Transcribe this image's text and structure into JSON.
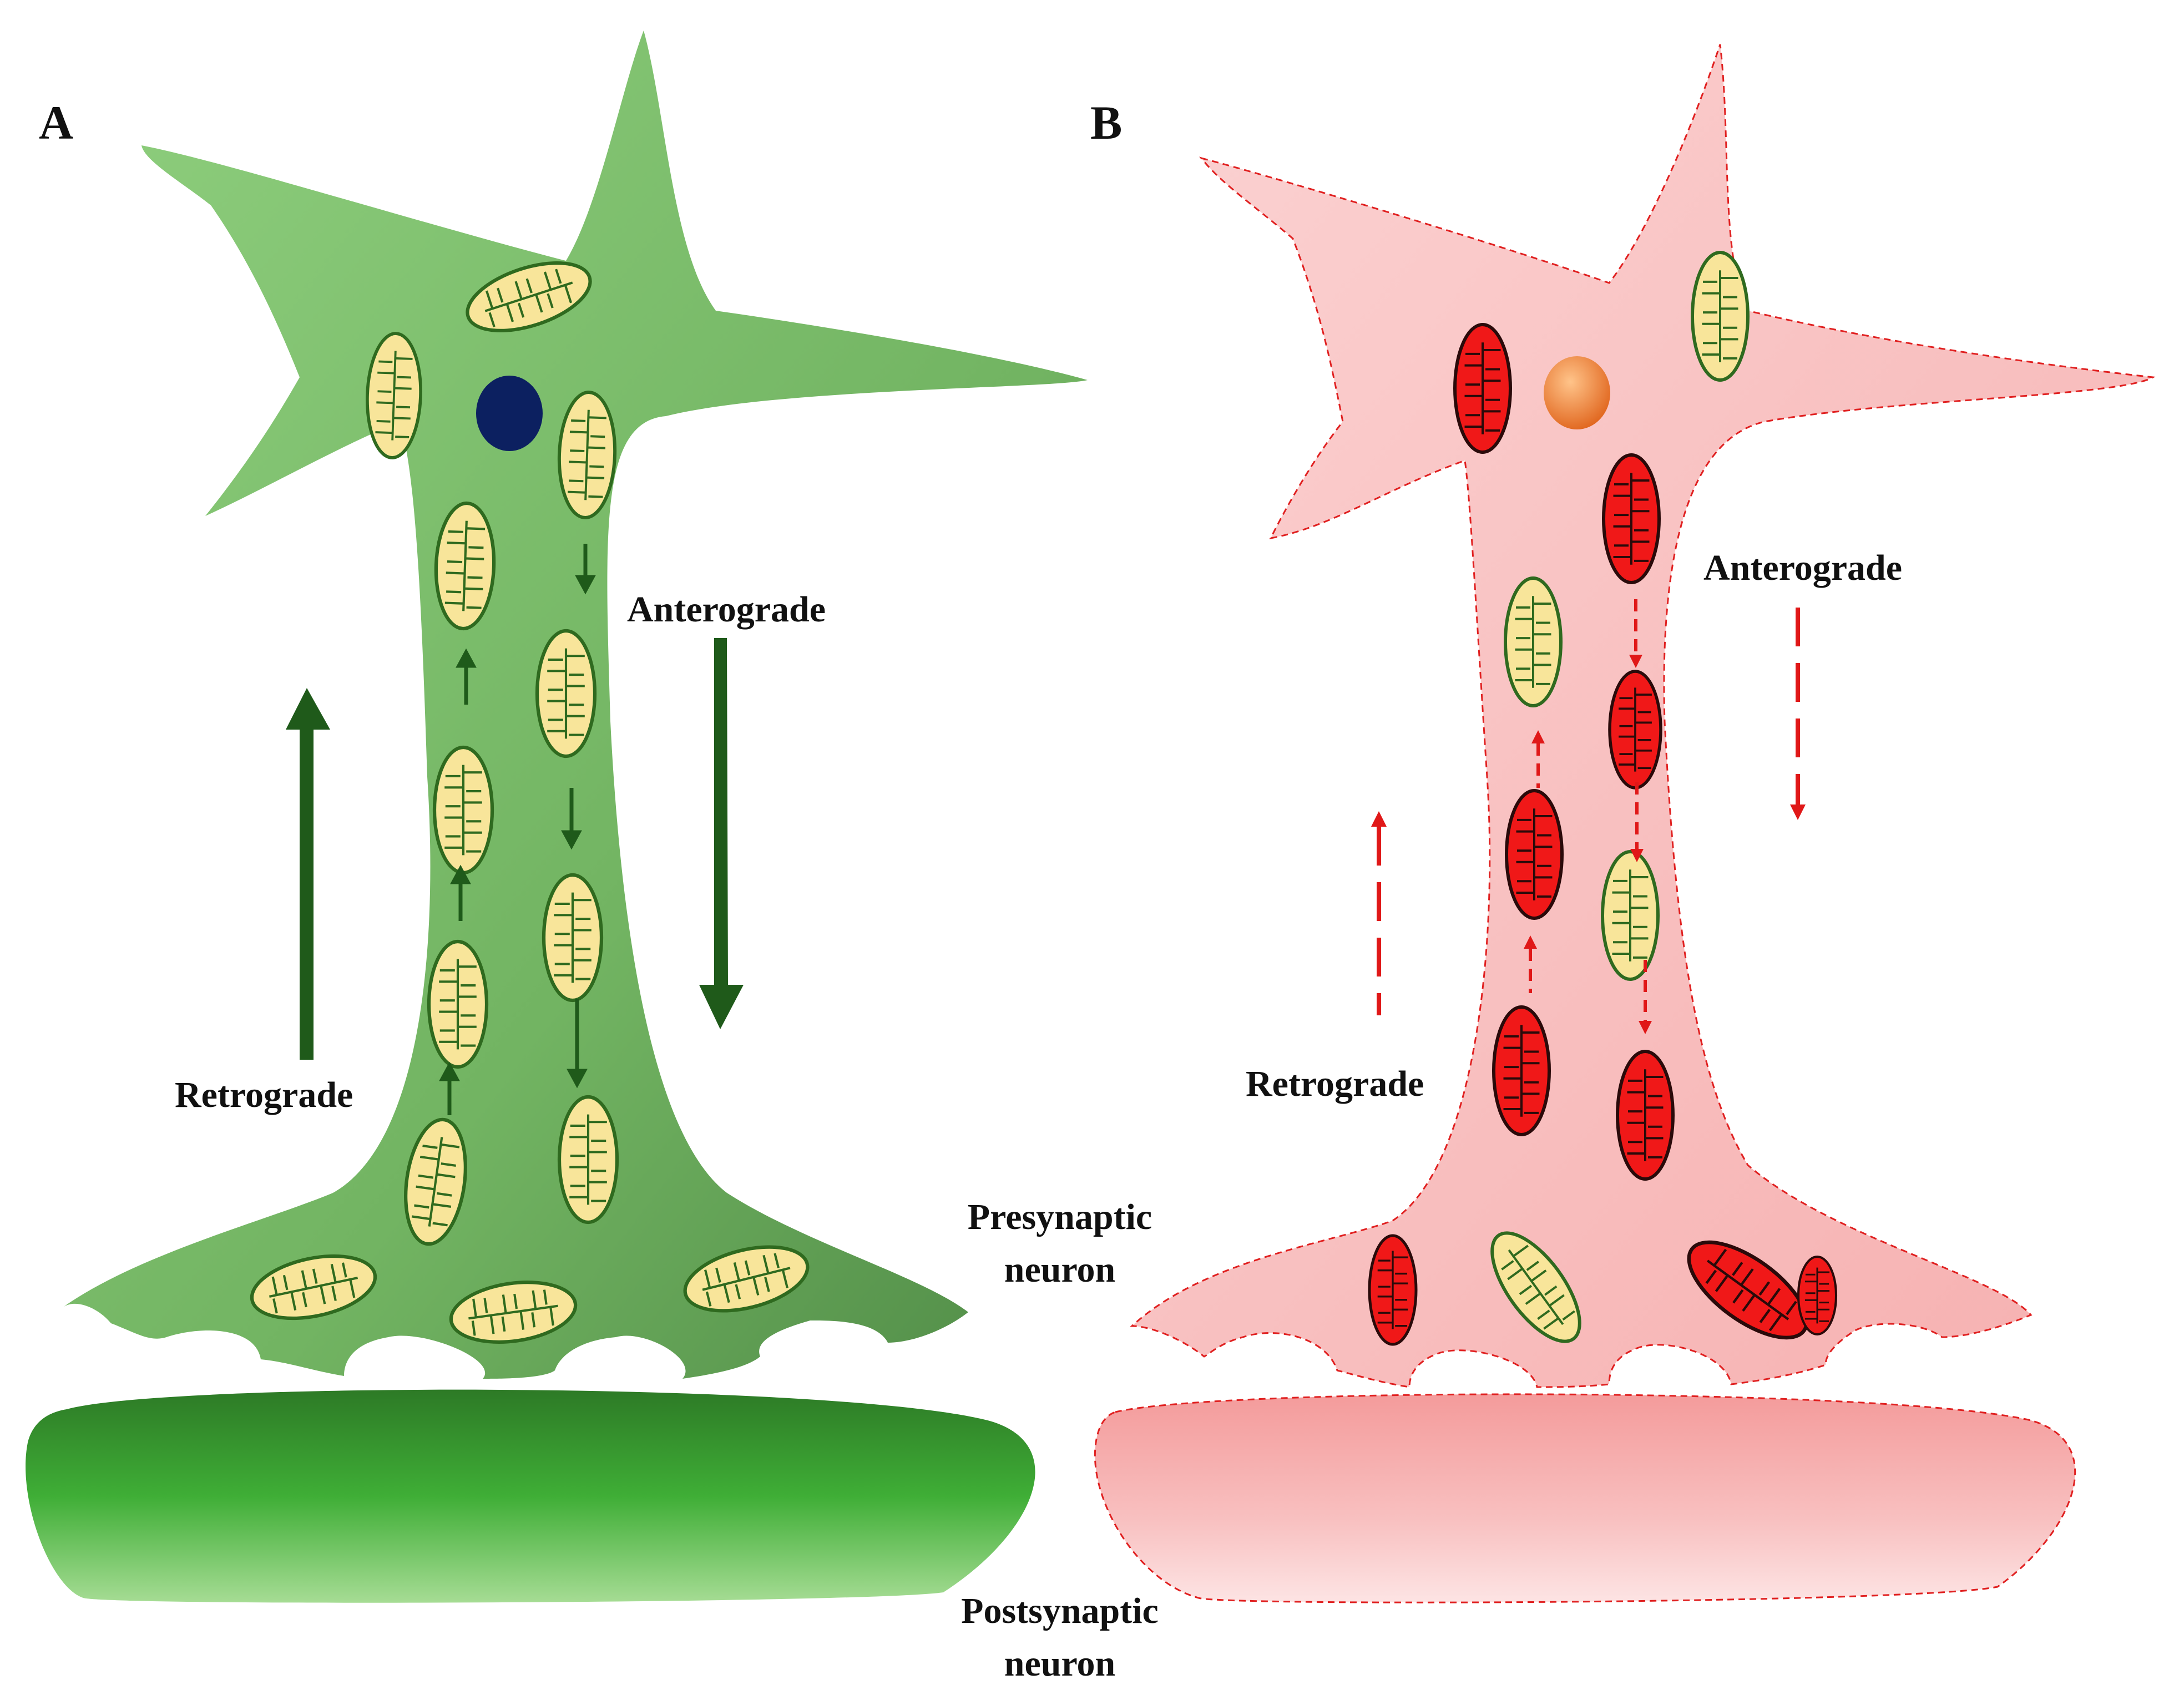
{
  "panels": {
    "a": {
      "letter": "A",
      "anterograde": "Anterograde",
      "retrograde": "Retrograde",
      "colors": {
        "body": "#7fbf6e",
        "body_dark": "#4f8a46",
        "arrow": "#1f5a1a",
        "mito_fill": "#f8e59a",
        "mito_stroke": "#2f6a1f",
        "nucleus": "#0c2060"
      }
    },
    "b": {
      "letter": "B",
      "anterograde": "Anterograde",
      "retrograde": "Retrograde",
      "colors": {
        "body": "#f9c4c4",
        "arrow": "#e01818",
        "mito_healthy_fill": "#f8e59a",
        "mito_healthy_stroke": "#2f6a1f",
        "mito_damaged_fill": "#f01818",
        "mito_damaged_stroke": "#2a0a0a",
        "nucleus": "#f07a30"
      }
    }
  },
  "labels": {
    "presynaptic": [
      "Presynaptic",
      "neuron"
    ],
    "postsynaptic": [
      "Postsynaptic",
      "neuron"
    ]
  },
  "postsynaptic_colors": {
    "a": "#3daa34",
    "b": "#f8a8a8"
  }
}
